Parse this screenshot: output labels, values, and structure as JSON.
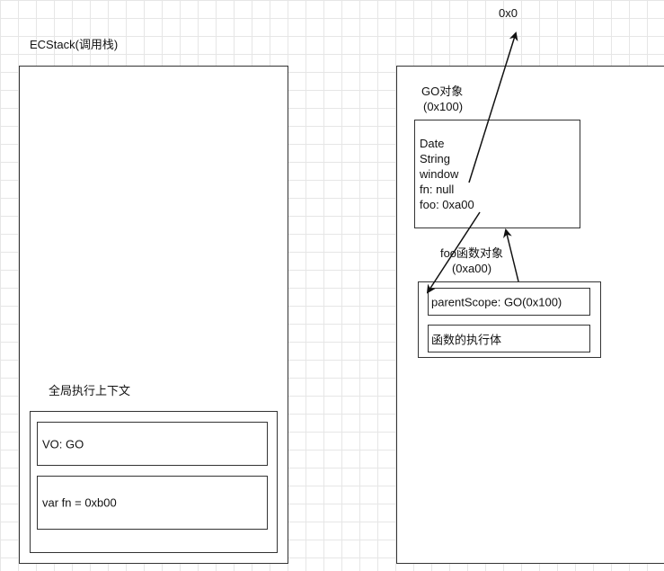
{
  "top_label": "0x0",
  "ecstack": {
    "title": "ECStack(调用栈)",
    "global_ctx": {
      "title": "全局执行上下文",
      "vo": "VO: GO",
      "var_fn": "var fn = 0xb00"
    }
  },
  "go": {
    "title": "GO对象",
    "addr": "(0x100)",
    "props": [
      "Date",
      "String",
      "window",
      "fn: null",
      "foo: 0xa00"
    ]
  },
  "foo": {
    "title": "foo函数对象",
    "addr": "(0xa00)",
    "parent_scope": "parentScope: GO(0x100)",
    "body": "函数的执行体"
  }
}
